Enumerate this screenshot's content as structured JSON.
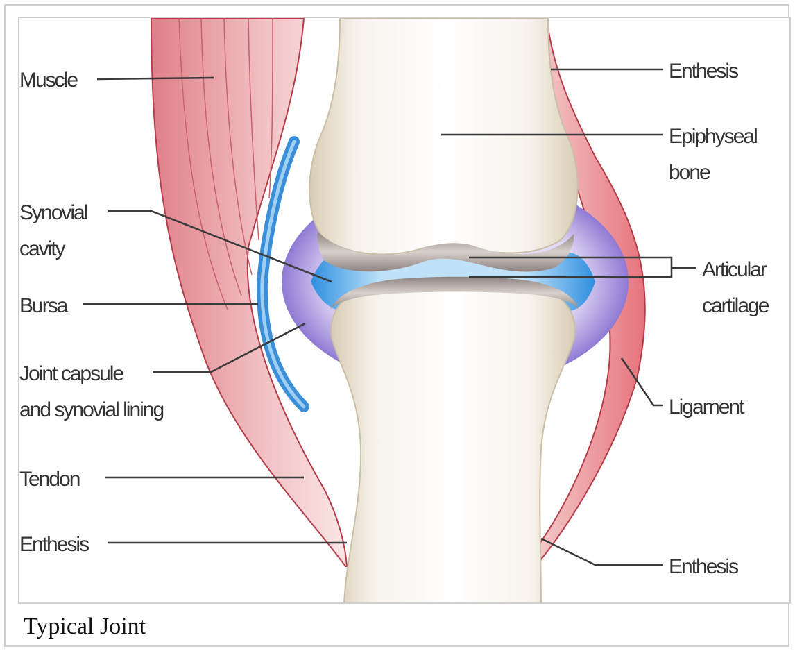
{
  "labels": {
    "muscle": "Muscle",
    "enthesis_top_right": "Enthesis",
    "epiphyseal_line1": "Epiphyseal",
    "epiphyseal_line2": "bone",
    "synovial_line1": "Synovial",
    "synovial_line2": "cavity",
    "articular_line1": "Articular",
    "articular_line2": "cartilage",
    "bursa": "Bursa",
    "capsule_line1": "Joint capsule",
    "capsule_line2": "and synovial lining",
    "ligament": "Ligament",
    "tendon": "Tendon",
    "enthesis_left": "Enthesis",
    "enthesis_bottom_right": "Enthesis"
  },
  "caption": "Typical Joint",
  "colors": {
    "muscle": "#e9a3a9",
    "ligament": "#e87f86",
    "bone": "#f3eee4",
    "cartilage": "#b3a9a6",
    "synovial_fluid": "#3d9be0",
    "capsule": "#b7a8e0",
    "bursa": "#3b8fd8"
  }
}
